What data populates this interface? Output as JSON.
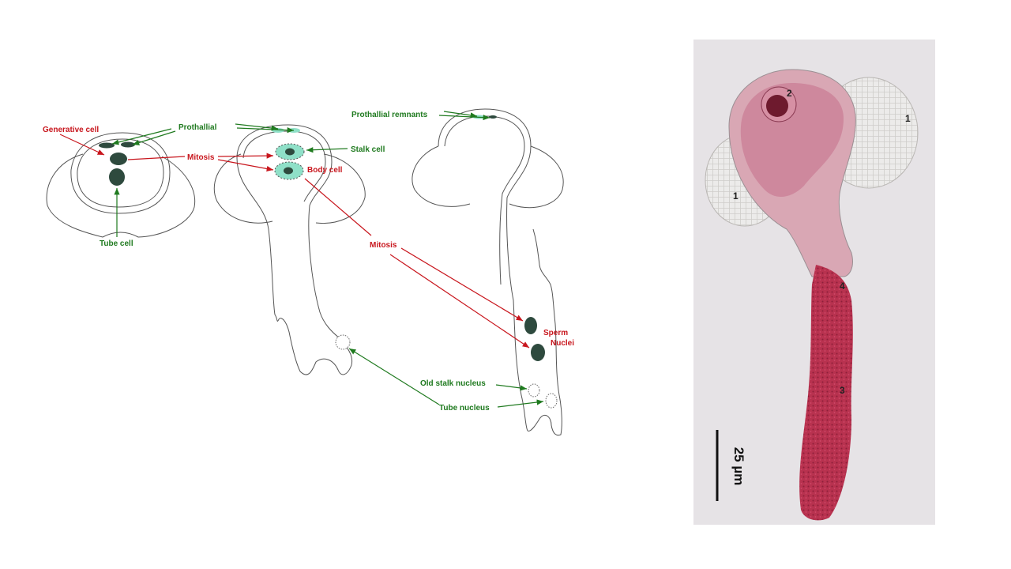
{
  "diagram": {
    "labels": {
      "generative_cell": "Generative cell",
      "prothallial": "Prothallial",
      "prothallial_remnants": "Prothallial remnants",
      "mitosis_1": "Mitosis",
      "stalk_cell": "Stalk cell",
      "body_cell": "Body cell",
      "tube_cell": "Tube cell",
      "mitosis_2": "Mitosis",
      "sperm": "Sperm",
      "nuclei": "Nuclei",
      "old_stalk_nucleus": "Old stalk nucleus",
      "tube_nucleus": "Tube nucleus"
    },
    "colors": {
      "green_label": "#1f7a1f",
      "red_label": "#c8161d",
      "nucleus": "#2e4a3e",
      "stalk_body": "#8fe0c8"
    }
  },
  "micrograph": {
    "markers": [
      "1",
      "1",
      "2",
      "4",
      "3"
    ],
    "scale_bar": "25 µm",
    "colors": {
      "background": "#e6e3e6",
      "tube_stain": "#b8324f",
      "wing": "#e9e9e6"
    }
  }
}
